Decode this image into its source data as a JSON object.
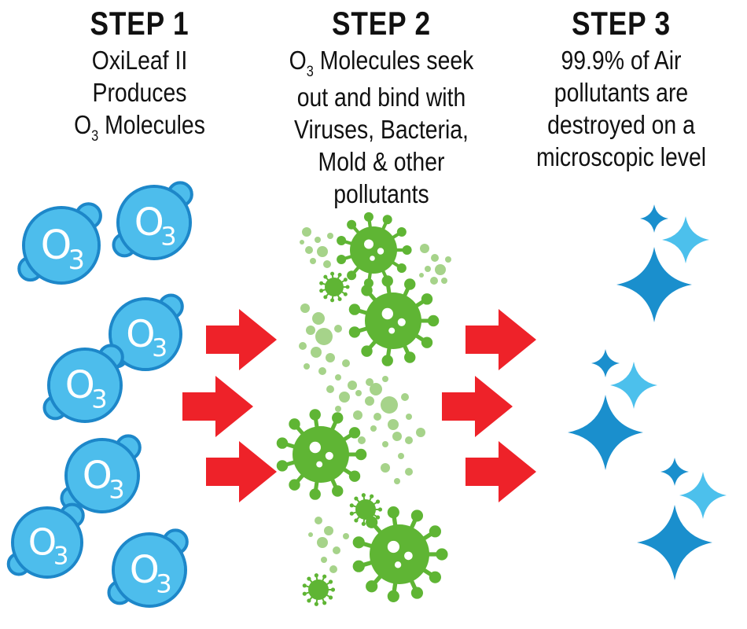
{
  "steps": [
    {
      "title": "STEP 1",
      "lines": [
        {
          "text": "OxiLeaf II"
        },
        {
          "text": "Produces"
        },
        {
          "text": "O",
          "sub": "3",
          "after": " Molecules"
        }
      ]
    },
    {
      "title": "STEP 2",
      "lines": [
        {
          "text": "O",
          "sub": "3",
          "after": " Molecules seek"
        },
        {
          "text": "out and bind with"
        },
        {
          "text": "Viruses, Bacteria,"
        },
        {
          "text": "Mold & other"
        },
        {
          "text": "pollutants"
        }
      ]
    },
    {
      "title": "STEP 3",
      "lines": [
        {
          "text": "99.9% of Air"
        },
        {
          "text": "pollutants are"
        },
        {
          "text": "destroyed on a"
        },
        {
          "text": "microscopic level"
        }
      ]
    }
  ],
  "molecule": {
    "letter": "O",
    "subscript": "3",
    "count": 7
  },
  "icons": [
    "ozone-molecule-icon",
    "red-arrow-icon",
    "virus-icon",
    "particle-cluster-icon",
    "sparkle-icon"
  ],
  "colors": {
    "molecule_fill": "#4dbdec",
    "molecule_outline": "#1d87c9",
    "arrow": "#ee2229",
    "virus": "#5fb534",
    "particle": "#a6d38a",
    "sparkle_dark": "#1a8fcd",
    "sparkle_light": "#4cc0ec",
    "text": "#111111"
  }
}
